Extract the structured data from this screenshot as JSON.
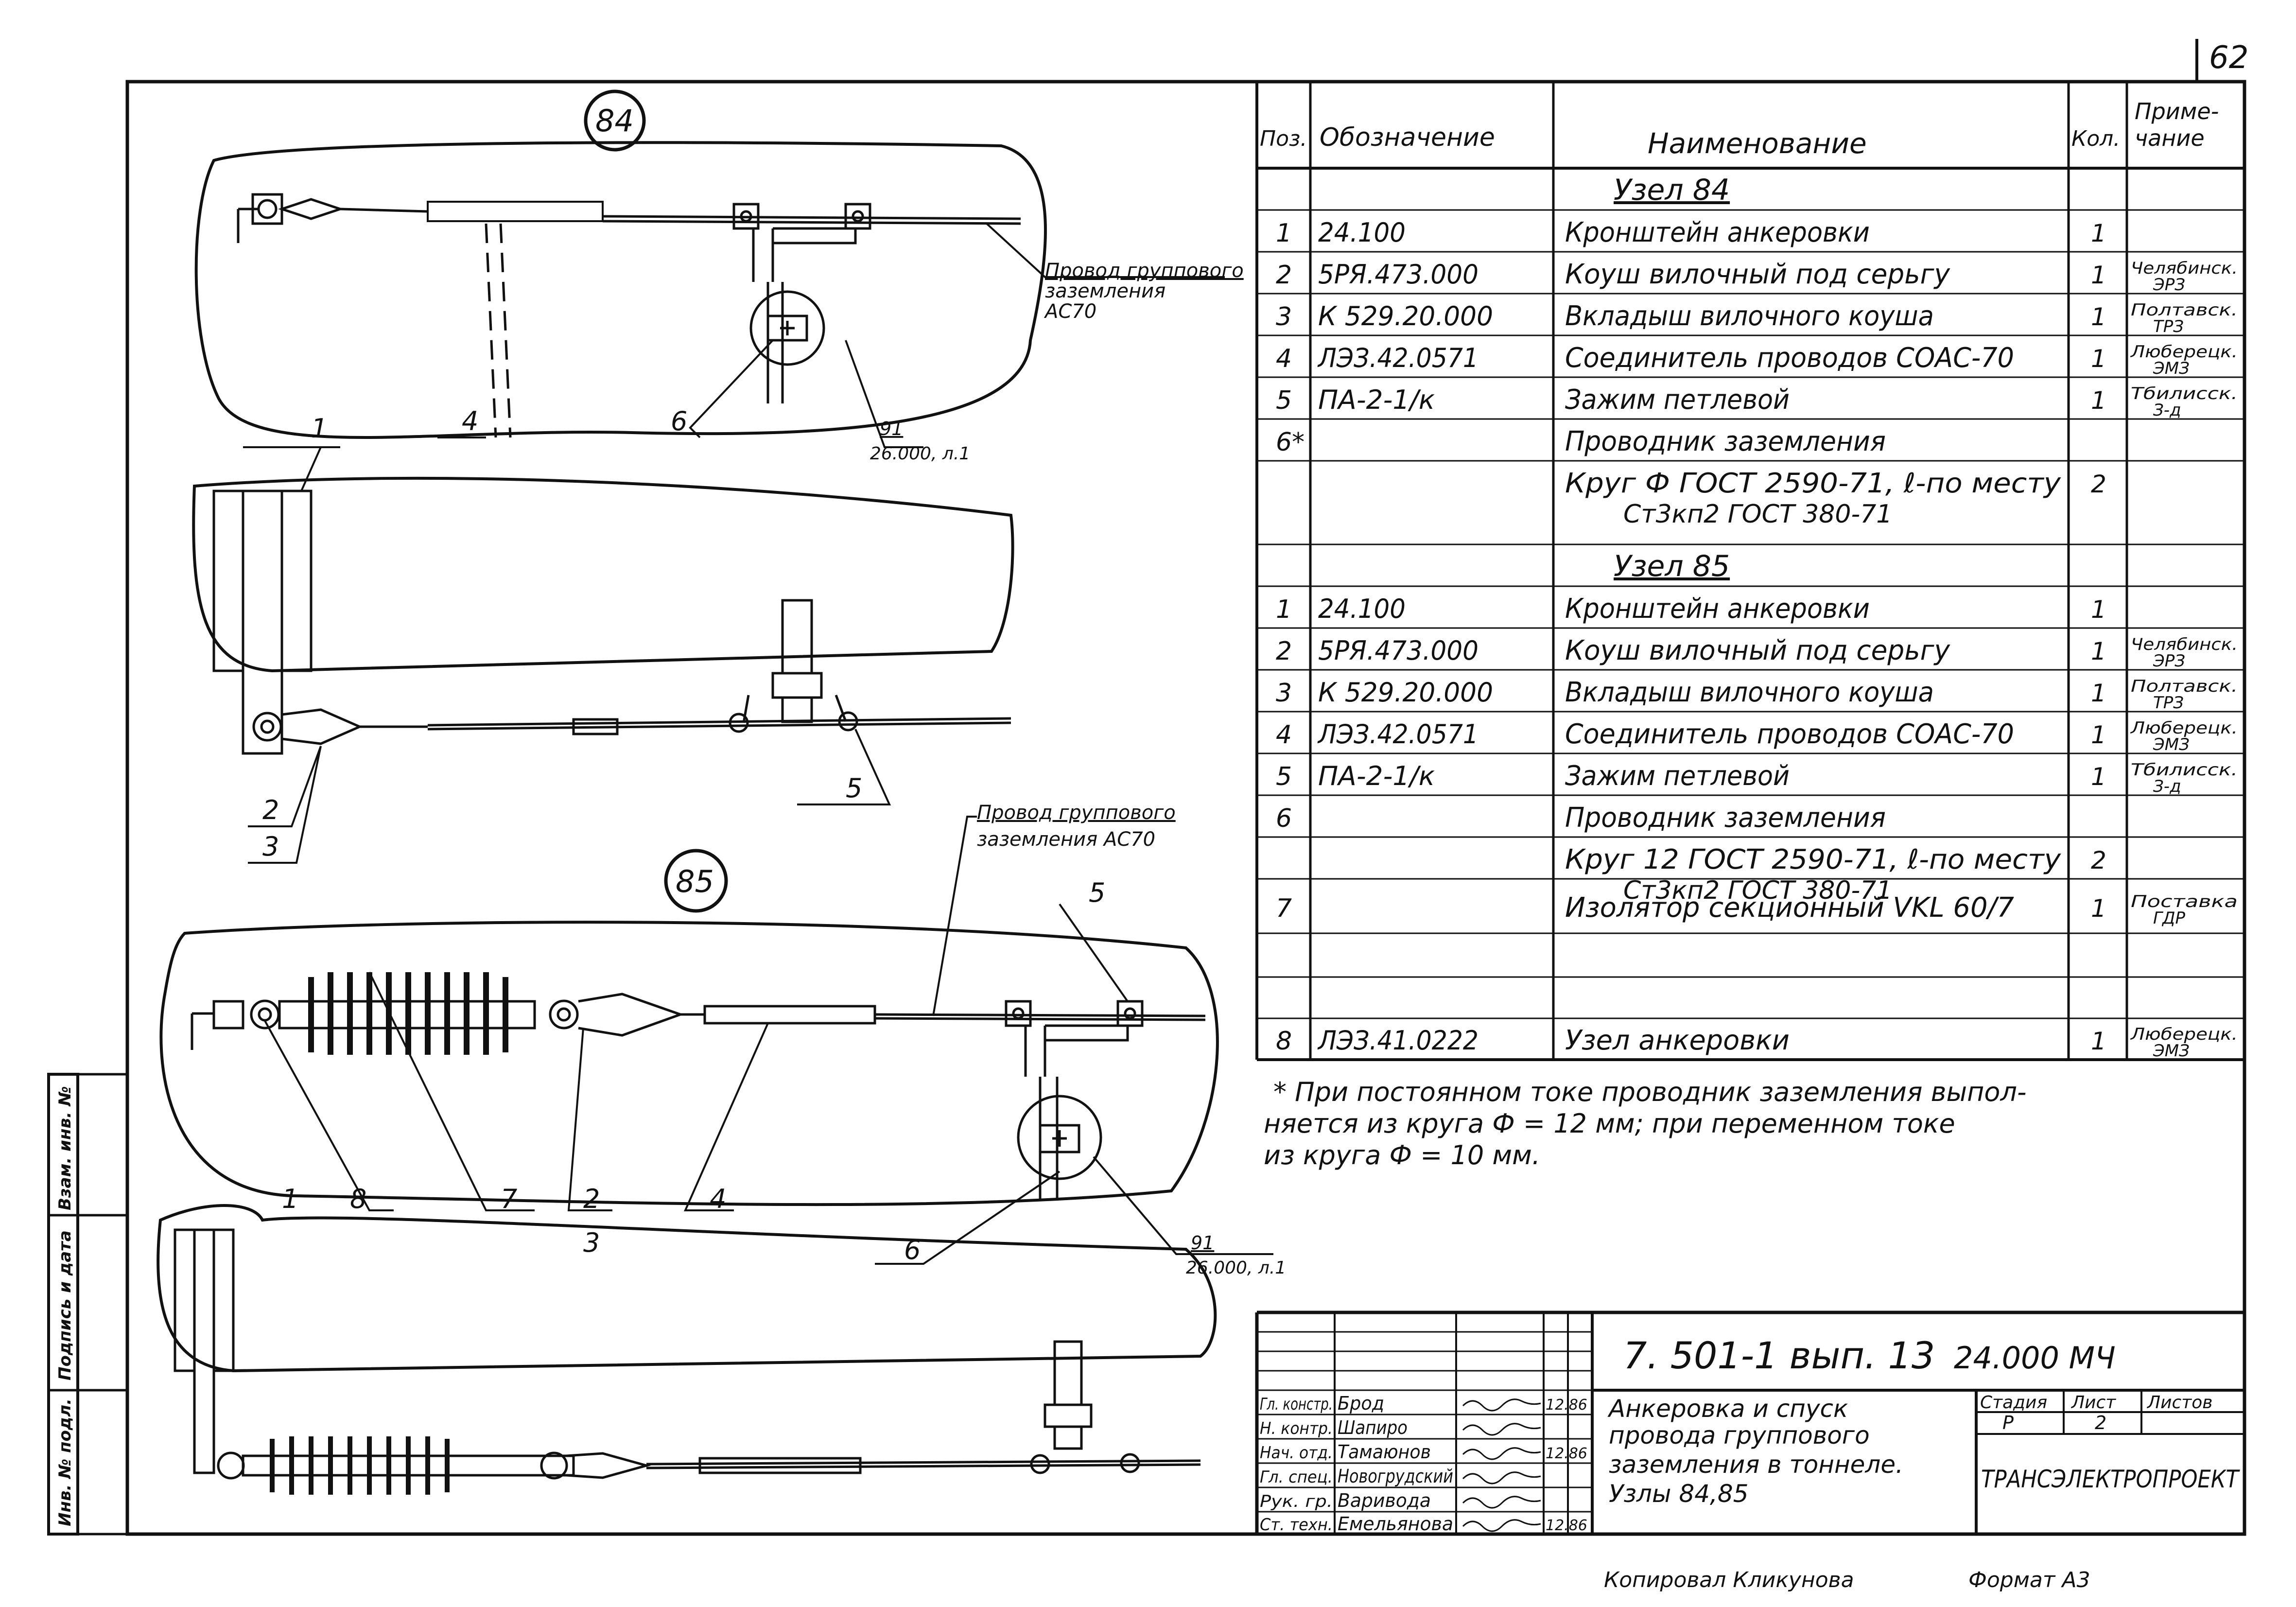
{
  "page_number": "62",
  "drawing_number": "7. 501-1 вып. 13",
  "document_code": "24.000 МЧ",
  "title_lines": [
    "Анкеровка и спуск",
    "провода группового",
    "заземления в тоннеле.",
    "Узлы 84,85"
  ],
  "organization": "ТРАНСЭЛЕКТРОПРОЕКТ",
  "stage_table": {
    "h_stage": "Стадия",
    "h_sheet": "Лист",
    "h_sheets": "Листов",
    "stage": "Р",
    "sheet": "2",
    "sheets": ""
  },
  "signatures": [
    {
      "role": "Гл. констр.",
      "name": "Брод",
      "date": "12.86"
    },
    {
      "role": "Н. контр.",
      "name": "Шапиро",
      "date": ""
    },
    {
      "role": "Нач. отд.",
      "name": "Тамаюнов",
      "date": "12.86"
    },
    {
      "role": "Гл. спец.",
      "name": "Новогрудский",
      "date": ""
    },
    {
      "role": "Рук. гр.",
      "name": "Варивода",
      "date": ""
    },
    {
      "role": "Ст. техн.",
      "name": "Емельянова",
      "date": "12.86"
    }
  ],
  "margin_stamp": [
    "Инв. № подл.",
    "Подпись и дата",
    "Взам. инв. №"
  ],
  "footer_copied": "Копировал Кликунова",
  "footer_format": "Формат А3",
  "table": {
    "headers": {
      "pos": "Поз.",
      "designation": "Обозначение",
      "name": "Наименование",
      "qty": "Кол.",
      "note": "Приме-чание"
    },
    "rows": [
      {
        "pos": "",
        "designation": "",
        "name": "Узел 84",
        "qty": "",
        "note": "",
        "section": true
      },
      {
        "pos": "1",
        "designation": "24.100",
        "name": "Кронштейн анкеровки",
        "qty": "1",
        "note": ""
      },
      {
        "pos": "2",
        "designation": "5РЯ.473.000",
        "name": "Коуш вилочный под серьгу",
        "qty": "1",
        "note": "Челябинск. ЭРЗ"
      },
      {
        "pos": "3",
        "designation": "К 529.20.000",
        "name": "Вкладыш вилочного коуша",
        "qty": "1",
        "note": "Полтавск. ТРЗ"
      },
      {
        "pos": "4",
        "designation": "ЛЭЗ.42.0571",
        "name": "Соединитель проводов СОАС-70",
        "qty": "1",
        "note": "Люберецк. ЭМЗ"
      },
      {
        "pos": "5",
        "designation": "ПА-2-1/к",
        "name": "Зажим петлевой",
        "qty": "1",
        "note": "Тбилисск. З-д"
      },
      {
        "pos": "6*",
        "designation": "",
        "name": "Проводник заземления",
        "qty": "",
        "note": ""
      },
      {
        "pos": "",
        "designation": "",
        "name": "Круг Ф ГОСТ 2590-71, ℓ-по месту",
        "name2": "Ст3кп2 ГОСТ 380-71",
        "qty": "2",
        "note": ""
      },
      {
        "pos": "",
        "designation": "",
        "name": "",
        "qty": "",
        "note": ""
      },
      {
        "pos": "",
        "designation": "",
        "name": "Узел 85",
        "qty": "",
        "note": "",
        "section": true
      },
      {
        "pos": "1",
        "designation": "24.100",
        "name": "Кронштейн анкеровки",
        "qty": "1",
        "note": ""
      },
      {
        "pos": "2",
        "designation": "5РЯ.473.000",
        "name": "Коуш вилочный под серьгу",
        "qty": "1",
        "note": "Челябинск. ЭРЗ"
      },
      {
        "pos": "3",
        "designation": "К 529.20.000",
        "name": "Вкладыш вилочного коуша",
        "qty": "1",
        "note": "Полтавск. ТРЗ"
      },
      {
        "pos": "4",
        "designation": "ЛЭЗ.42.0571",
        "name": "Соединитель проводов СОАС-70",
        "qty": "1",
        "note": "Люберецк. ЭМЗ"
      },
      {
        "pos": "5",
        "designation": "ПА-2-1/к",
        "name": "Зажим петлевой",
        "qty": "1",
        "note": "Тбилисск. З-д"
      },
      {
        "pos": "6",
        "designation": "",
        "name": "Проводник заземления",
        "qty": "",
        "note": ""
      },
      {
        "pos": "",
        "designation": "",
        "name": "Круг 12 ГОСТ 2590-71, ℓ-по месту",
        "name2": "Ст3кп2 ГОСТ 380-71",
        "qty": "2",
        "note": ""
      },
      {
        "pos": "7",
        "designation": "",
        "name": "Изолятор секционный VKL 60/7",
        "qty": "1",
        "note": "Поставка ГДР"
      },
      {
        "pos": "8",
        "designation": "ЛЭЗ.41.0222",
        "name": "Узел анкеровки",
        "qty": "1",
        "note": "Люберецк. ЭМЗ"
      }
    ]
  },
  "footnote": [
    "* При постоянном токе проводник заземления выпол-",
    "няется из круга Ф = 12 мм; при переменном токе",
    "из круга Ф = 10 мм."
  ],
  "drawing": {
    "node84": "84",
    "node85": "85",
    "wire_label_84": [
      "Провод группового",
      "заземления",
      "АС70"
    ],
    "wire_label_85": [
      "Провод группового",
      "заземления АС70"
    ],
    "ref_label": [
      "91",
      "26.000, л.1"
    ],
    "callouts": [
      "1",
      "2",
      "3",
      "4",
      "5",
      "6",
      "7",
      "8"
    ]
  }
}
